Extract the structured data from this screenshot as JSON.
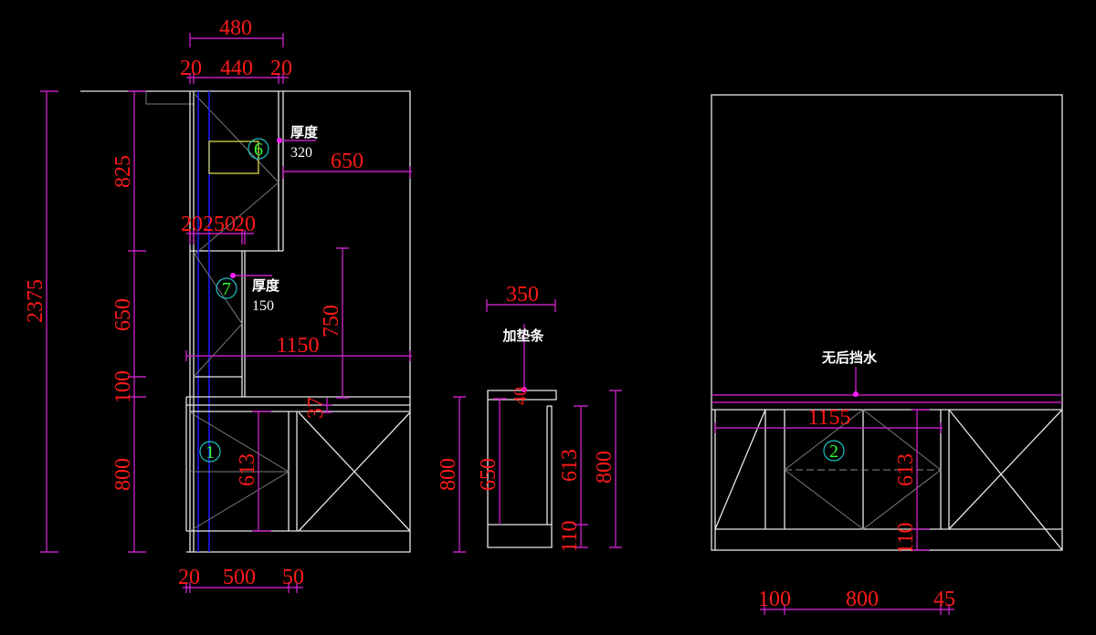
{
  "side_view": {
    "dims": {
      "total_width": "480",
      "left_panel": "20",
      "inner_width": "440",
      "right_panel": "20",
      "upper_height": "825",
      "total_height": "2375",
      "depth_650": "650",
      "mid_left": "20",
      "mid_inner": "250",
      "mid_right": "20",
      "middle_height": "650",
      "gap_100": "100",
      "counter_depth": "1150",
      "height_750": "750",
      "counter_37": "37",
      "base_height": "800",
      "drawer_613": "613",
      "bottom_left": "20",
      "bottom_inner": "500",
      "bottom_right": "50"
    },
    "notes": {
      "thickness_label_upper": "厚度",
      "thickness_value_upper": "320",
      "thickness_label_mid": "厚度",
      "thickness_value_mid": "150"
    },
    "markers": {
      "upper": "6",
      "mid": "7",
      "lower": "1"
    }
  },
  "section_view": {
    "dims": {
      "width": "350",
      "strip": "40",
      "height_left": "800",
      "inner": "650",
      "door": "613",
      "plinth": "110",
      "height_right": "800"
    },
    "note": "加垫条"
  },
  "front_view": {
    "note": "无后挡水",
    "dims": {
      "width": "1155",
      "door": "613",
      "plinth": "110",
      "left": "100",
      "middle": "800",
      "right": "45"
    },
    "marker": "2"
  },
  "colors": {
    "background": "#000000",
    "dimension_text": "#ff1a1a",
    "dimension_line": "#c020c0",
    "outline": "#e6e6e6",
    "axis": "#1a1aff"
  }
}
